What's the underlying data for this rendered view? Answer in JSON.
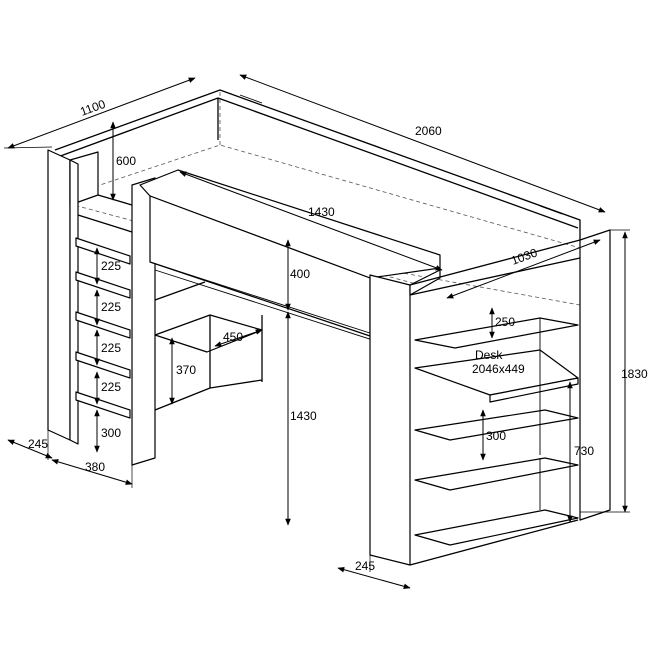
{
  "dimensions": {
    "total_length": "2060",
    "total_width": "1100",
    "total_height": "1830",
    "guard_rail_height": "600",
    "guard_panel_length": "1430",
    "guard_panel_height": "400",
    "mattress_width": "1030",
    "ladder_step_1": "225",
    "ladder_step_2": "225",
    "ladder_step_3": "225",
    "ladder_step_4": "225",
    "ladder_bottom": "300",
    "ladder_depth": "245",
    "ladder_width": "380",
    "shelf_unit_width": "450",
    "shelf_unit_height": "370",
    "underbed_clearance": "1430",
    "top_shelf_gap": "250",
    "desk_label": "Desk",
    "desk_size": "2046x449",
    "lower_shelf_gap": "300",
    "desk_height": "730",
    "base_depth": "245"
  }
}
